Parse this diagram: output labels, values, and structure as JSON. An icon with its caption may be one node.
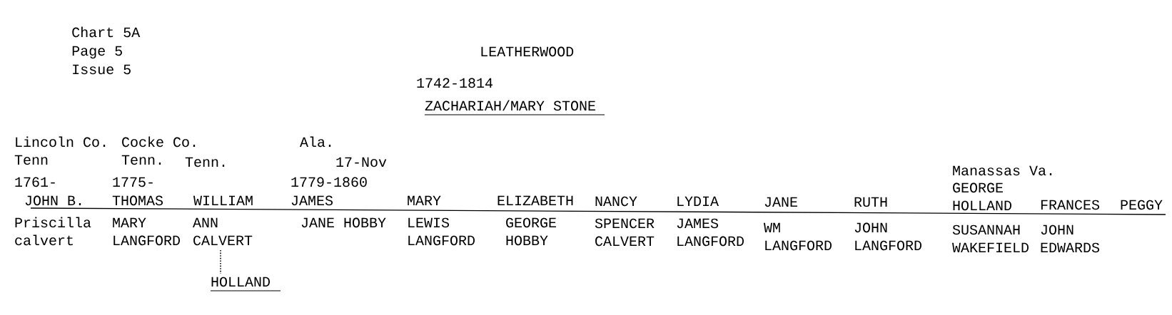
{
  "diagram": {
    "title": "LEATHERWOOD",
    "nodes": [
      {
        "text": [
          "1742-1814",
          "ZACHARIAH/MARY STONE"
        ]
      },
      {
        "text": [
          "Lincoln Co. Tenn",
          "1761-",
          "JOHN B.",
          "Priscilla calvert"
        ]
      },
      {
        "text": [
          "Cocke Co. Tenn.",
          "1775-",
          "THOMAS",
          "MARY LANGFORD"
        ]
      },
      {
        "text": [
          "Tenn.",
          "WILLIAM",
          "ANN CALVERT"
        ]
      },
      {
        "text": [
          "Ala.",
          "17-Nov",
          "1779-1860",
          "JAMES",
          "JANE HOBBY"
        ]
      },
      {
        "text": [
          "MARY",
          "LEWIS LANGFORD"
        ]
      },
      {
        "text": [
          "ELIZABETH",
          "GEORGE HOBBY"
        ]
      },
      {
        "text": [
          "NANCY",
          "SPENCER CALVERT"
        ]
      },
      {
        "text": [
          "LYDIA",
          "JAMES LANGFORD"
        ]
      },
      {
        "text": [
          "JANE",
          "WM LANGFORD"
        ]
      },
      {
        "text": [
          "RUTH",
          "JOHN LANGFORD"
        ]
      },
      {
        "text": [
          "Manassas Va.",
          "GEORGE HOLLAND",
          "SUSANNAH WAKEFIELD"
        ]
      },
      {
        "text": [
          "FRANCES",
          "JOHN EDWARDS"
        ]
      },
      {
        "text": [
          "PEGGY"
        ]
      },
      {
        "text": [
          "HOLLAND"
        ]
      }
    ],
    "edges": [
      {
        "from": 3,
        "to": 14,
        "arrow": "none",
        "style": "dashed"
      }
    ],
    "labels": [
      "Chart 5A",
      "Page 5",
      "Issue 5"
    ]
  }
}
